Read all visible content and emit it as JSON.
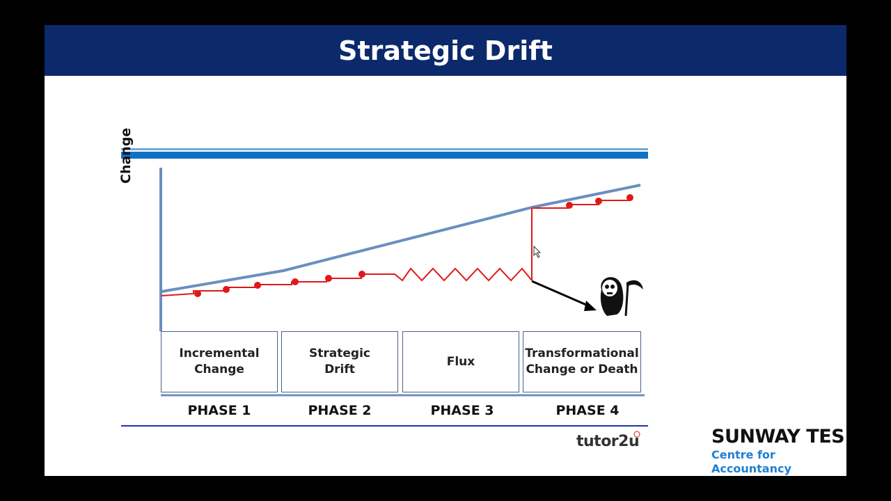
{
  "slide": {
    "title": "Strategic Drift"
  },
  "diagram": {
    "y_axis_label": "Change",
    "phases": [
      {
        "box_text": "Incremental\nChange",
        "label": "PHASE 1"
      },
      {
        "box_text": "Strategic\nDrift",
        "label": "PHASE 2"
      },
      {
        "box_text": "Flux",
        "label": "PHASE 3"
      },
      {
        "box_text": "Transformational\nChange or Death",
        "label": "PHASE 4"
      }
    ],
    "icons": [
      "grim-reaper-icon",
      "arrow-icon",
      "cursor-icon"
    ],
    "colors": {
      "environment_line": "#6a8fc0",
      "strategy_line": "#e01818",
      "header_band": "#1172c4",
      "footer_rule": "#2233aa"
    }
  },
  "branding": {
    "tutor2u": "tutor2u",
    "sunway_name": "SUNWAY TES",
    "sunway_tagline_1": "Centre for",
    "sunway_tagline_2": "Accountancy Excellence"
  }
}
